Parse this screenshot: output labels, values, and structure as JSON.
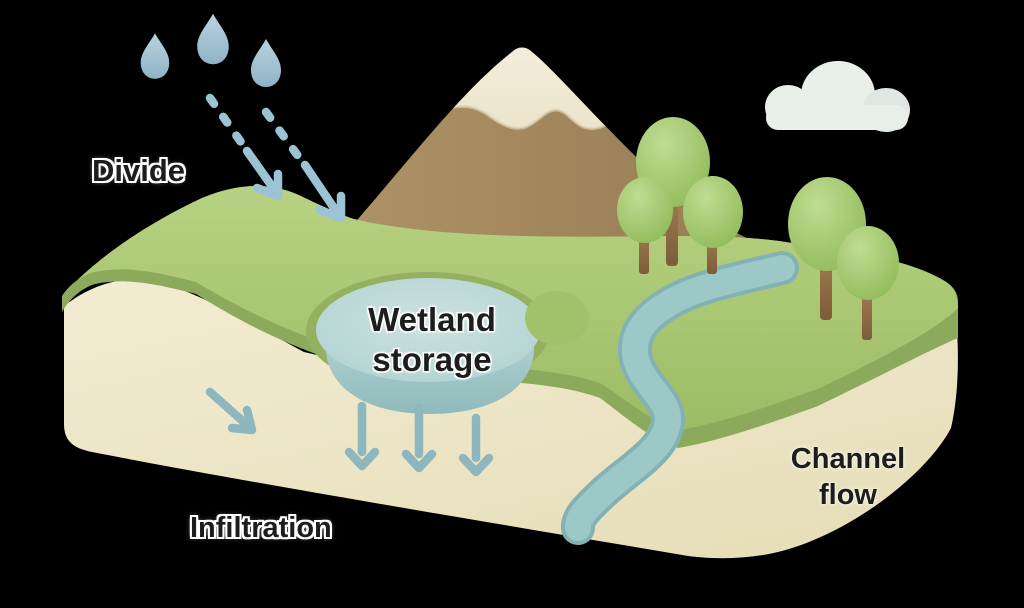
{
  "labels": {
    "divide": "Divide",
    "wetland_line1": "Wetland",
    "wetland_line2": "storage",
    "infiltration": "Infiltration",
    "channel_line1": "Channel",
    "channel_line2": "flow"
  },
  "palette": {
    "background": "#000000",
    "grass_green": "#a8c572",
    "grass_rim": "#8caa5c",
    "soil_cream": "#efe8c9",
    "pond_water": "#bcd8d6",
    "pond_depth": "#a6cbcc",
    "river_water": "#9cc8c8",
    "river_edge": "#84b2b4",
    "rain_blue": "#9cc3d3",
    "infiltration_teal": "#8db6bf",
    "mountain_brown": "#a1875d",
    "snow_white": "#f4efdf",
    "tree_green": "#a3ca6e",
    "trunk_brown": "#96714a",
    "cloud_white": "#e9efe9",
    "label_ink": "#1d1d1d",
    "label_outline": "#ffffff"
  },
  "icons": {
    "raindrop": "teardrop-shape",
    "rain_arrow": "dashed-chevron-arrow",
    "infiltration_arrow": "chevron-arrow",
    "cloud": "three-lobe-cloud",
    "mountain": "snow-capped-peak",
    "tree": "ellipse-canopy-tree",
    "wetland": "pond-depression",
    "river": "s-curve-channel"
  }
}
